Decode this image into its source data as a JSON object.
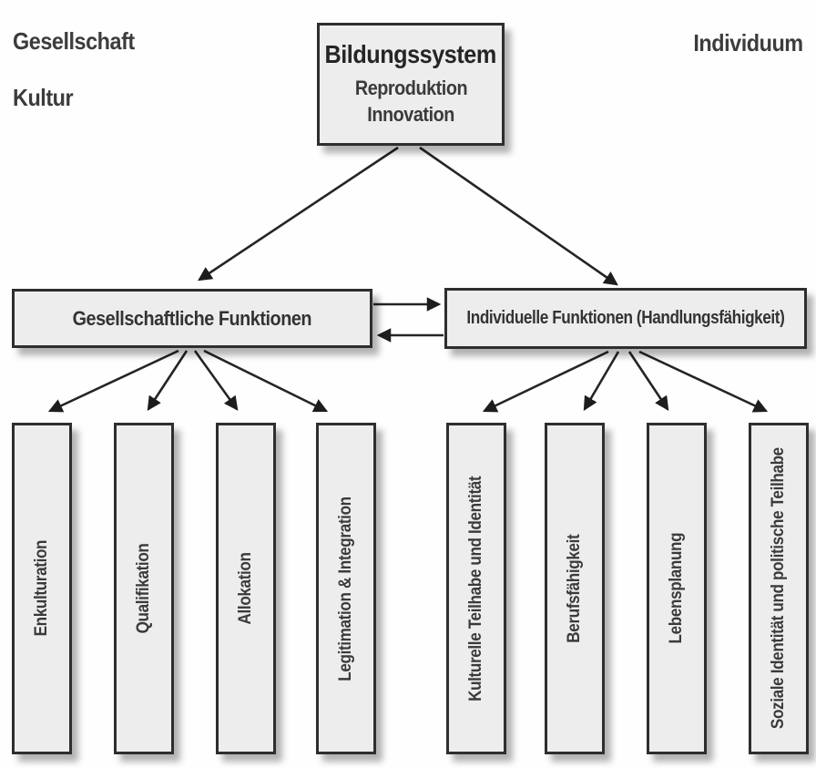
{
  "diagram": {
    "context_labels": {
      "top_left_1": "Gesellschaft",
      "top_left_2": "Kultur",
      "top_right": "Individuum"
    },
    "root": {
      "title": "Bildungssystem",
      "subtitle_1": "Reproduktion",
      "subtitle_2": "Innovation"
    },
    "branches": {
      "left": {
        "label": "Gesellschaftliche Funktionen",
        "children": [
          "Enkulturation",
          "Qualifikation",
          "Allokation",
          "Legitimation & Integration"
        ]
      },
      "right": {
        "label": "Individuelle Funktionen (Handlungsfähigkeit)",
        "children": [
          "Kulturelle Teilhabe und Identität",
          "Berufsfähigkeit",
          "Lebensplanung",
          "Soziale Identität und politische Teilhabe"
        ]
      }
    },
    "edges": [
      {
        "from": "bildungssystem",
        "to": "gesellschaftliche-funktionen"
      },
      {
        "from": "bildungssystem",
        "to": "individuelle-funktionen"
      },
      {
        "from": "gesellschaftliche-funktionen",
        "to": "individuelle-funktionen"
      },
      {
        "from": "individuelle-funktionen",
        "to": "gesellschaftliche-funktionen"
      },
      {
        "from": "gesellschaftliche-funktionen",
        "to": "enkulturation"
      },
      {
        "from": "gesellschaftliche-funktionen",
        "to": "qualifikation"
      },
      {
        "from": "gesellschaftliche-funktionen",
        "to": "allokation"
      },
      {
        "from": "gesellschaftliche-funktionen",
        "to": "legitimation-integration"
      },
      {
        "from": "individuelle-funktionen",
        "to": "kulturelle-teilhabe-und-identitaet"
      },
      {
        "from": "individuelle-funktionen",
        "to": "berufsfaehigkeit"
      },
      {
        "from": "individuelle-funktionen",
        "to": "lebensplanung"
      },
      {
        "from": "individuelle-funktionen",
        "to": "soziale-identitaet-und-politische-teilhabe"
      }
    ],
    "colors": {
      "background": "#fefefe",
      "box_fill": "#ededed",
      "box_border": "#2e2e2e",
      "text": "#3a3a3a",
      "arrow": "#252525"
    }
  }
}
